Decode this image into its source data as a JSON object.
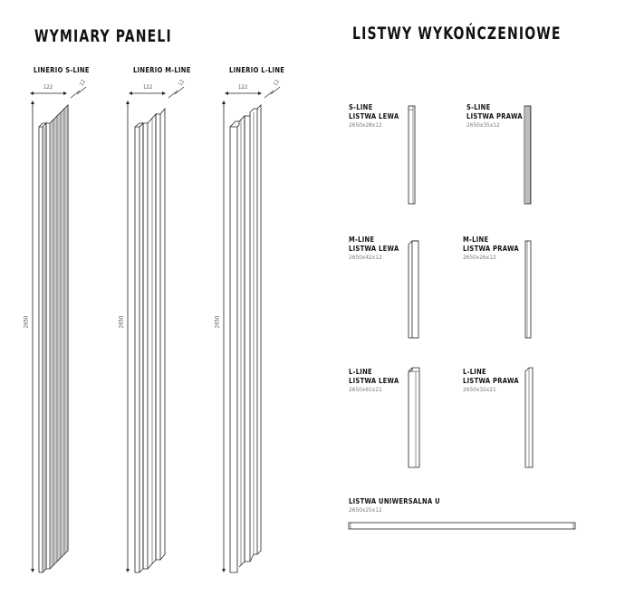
{
  "left_title": "WYMIARY PANELI",
  "right_title": "LISTWY WYKOŃCZENIOWE",
  "panels": [
    {
      "name": "LINERIO S-LINE",
      "width": "122",
      "depth": "12",
      "height": "2650"
    },
    {
      "name": "LINERIO M-LINE",
      "width": "122",
      "depth": "12",
      "height": "2650"
    },
    {
      "name": "LINERIO L-LINE",
      "width": "122",
      "depth": "12",
      "height": "2650"
    }
  ],
  "trims": [
    {
      "line": "S-LINE",
      "type": "LISTWA LEWA",
      "dims": "2650x28x12"
    },
    {
      "line": "S-LINE",
      "type": "LISTWA PRAWA",
      "dims": "2650x35x12"
    },
    {
      "line": "M-LINE",
      "type": "LISTWA LEWA",
      "dims": "2650x42x12"
    },
    {
      "line": "M-LINE",
      "type": "LISTWA PRAWA",
      "dims": "2650x26x12"
    },
    {
      "line": "L-LINE",
      "type": "LISTWA LEWA",
      "dims": "2650x61x21"
    },
    {
      "line": "L-LINE",
      "type": "LISTWA PRAWA",
      "dims": "2650x32x21"
    }
  ],
  "universal": {
    "label": "LISTWA UNIWERSALNA U",
    "dims": "2650x25x12"
  }
}
